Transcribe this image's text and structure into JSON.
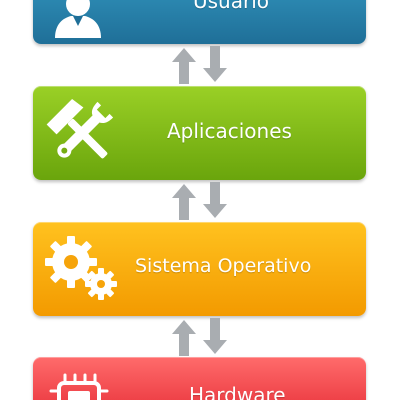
{
  "diagram": {
    "layers": [
      {
        "label": "Usuario",
        "icon": "user-icon",
        "color": "#2680ab"
      },
      {
        "label": "Aplicaciones",
        "icon": "tools-icon",
        "color": "#7cb716"
      },
      {
        "label": "Sistema Operativo",
        "icon": "gears-icon",
        "color": "#f7ad0c"
      },
      {
        "label": "Hardware",
        "icon": "chip-icon",
        "color": "#f04a4f"
      }
    ],
    "connector": {
      "icon": "bidirectional-arrows-icon",
      "color": "#a9adb1"
    }
  }
}
